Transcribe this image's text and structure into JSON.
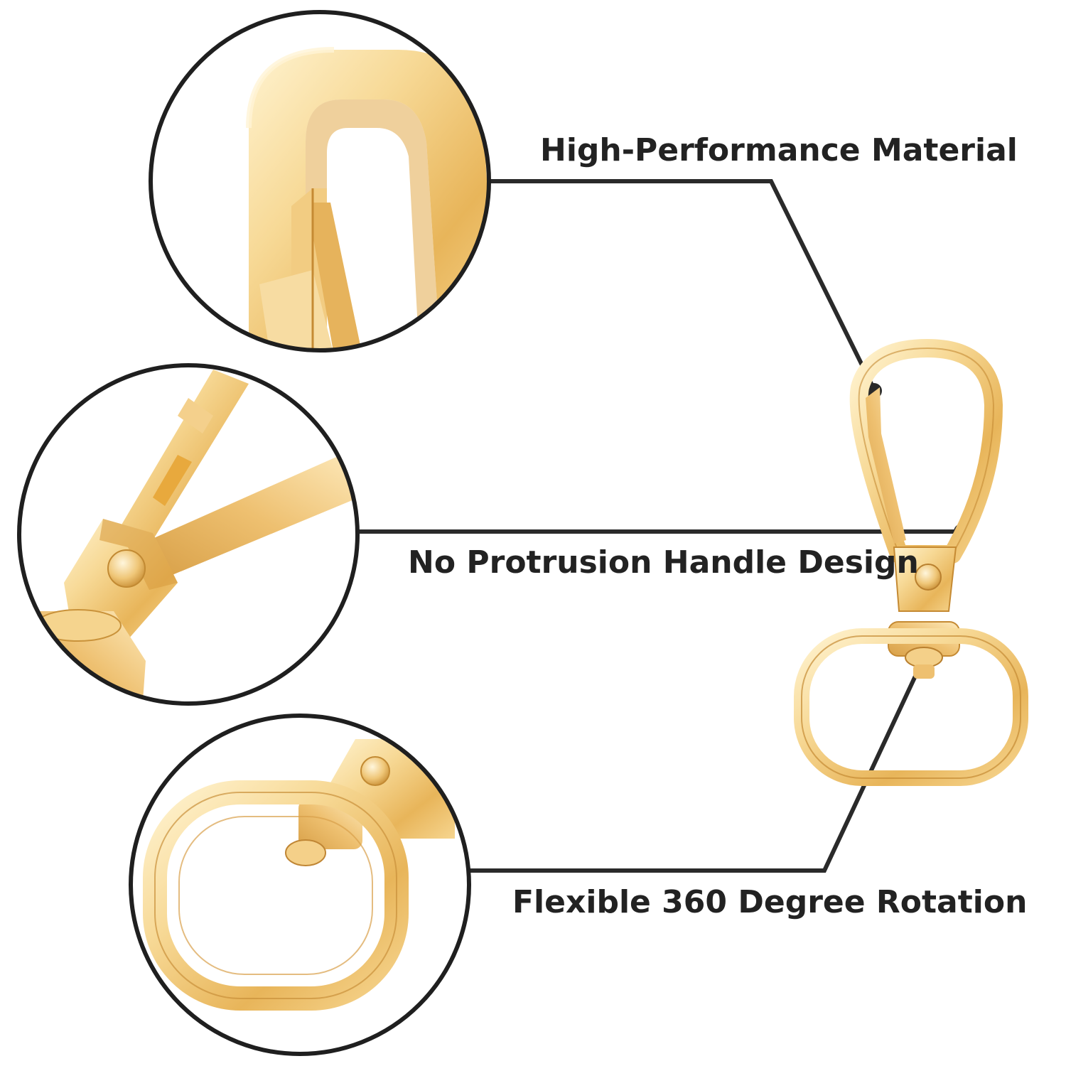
{
  "features": {
    "material": "High-Performance Material",
    "handle": "No Protrusion Handle Design",
    "rotation": "Flexible 360 Degree Rotation"
  },
  "colors": {
    "text": "#222222",
    "lines": "#2a2a2a",
    "gold_light": "#fbe6b2",
    "gold_mid": "#f0c878",
    "gold_dark": "#d39a3c",
    "background": "#ffffff"
  },
  "icons": {
    "hook": "swivel-snap-hook",
    "zoom_top": "hook-gate-closeup",
    "zoom_middle": "hinge-pin-closeup",
    "zoom_bottom": "swivel-ring-closeup"
  }
}
